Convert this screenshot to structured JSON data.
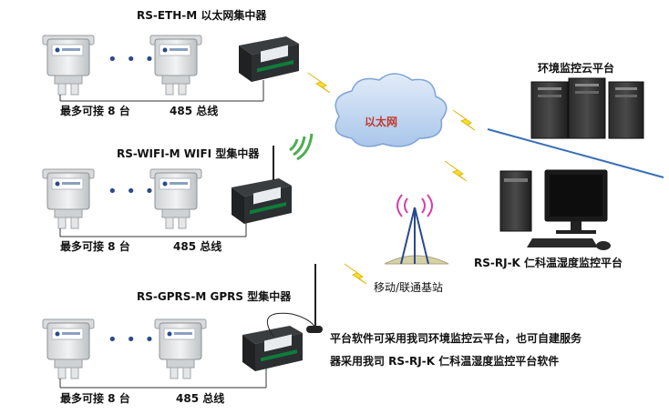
{
  "groups": [
    {
      "title": "RS-ETH-M 以太网集中器",
      "count_label": "最多可接 8 台",
      "bus_label": "485 总线",
      "ellipsis": "• • •"
    },
    {
      "title": "RS-WIFI-M WIFI 型集中器",
      "count_label": "最多可接 8 台",
      "bus_label": "485 总线",
      "ellipsis": "• • •"
    },
    {
      "title": "RS-GPRS-M GPRS 型集中器",
      "count_label": "最多可接 8 台",
      "bus_label": "485 总线",
      "ellipsis": "• • •"
    }
  ],
  "cloud_label": "以太网",
  "cloud_platform_label": "环境监控云平台",
  "rj_platform_label": "RS-RJ-K 仁科温湿度监控平台",
  "base_station_label": "移动/联通基站",
  "note_lines": [
    "平台软件可采用我司环境监控云平台，也可自建服务",
    "器采用我司 RS-RJ-K 仁科温湿度监控平台软件"
  ],
  "colors": {
    "cloud_fill": "#c9dcf3",
    "cloud_text": "#c0392b",
    "bolt": "#f5e02a",
    "link_line": "#3a6fb5",
    "wifi": "#4caf50",
    "antenna": "#d63fa6"
  }
}
